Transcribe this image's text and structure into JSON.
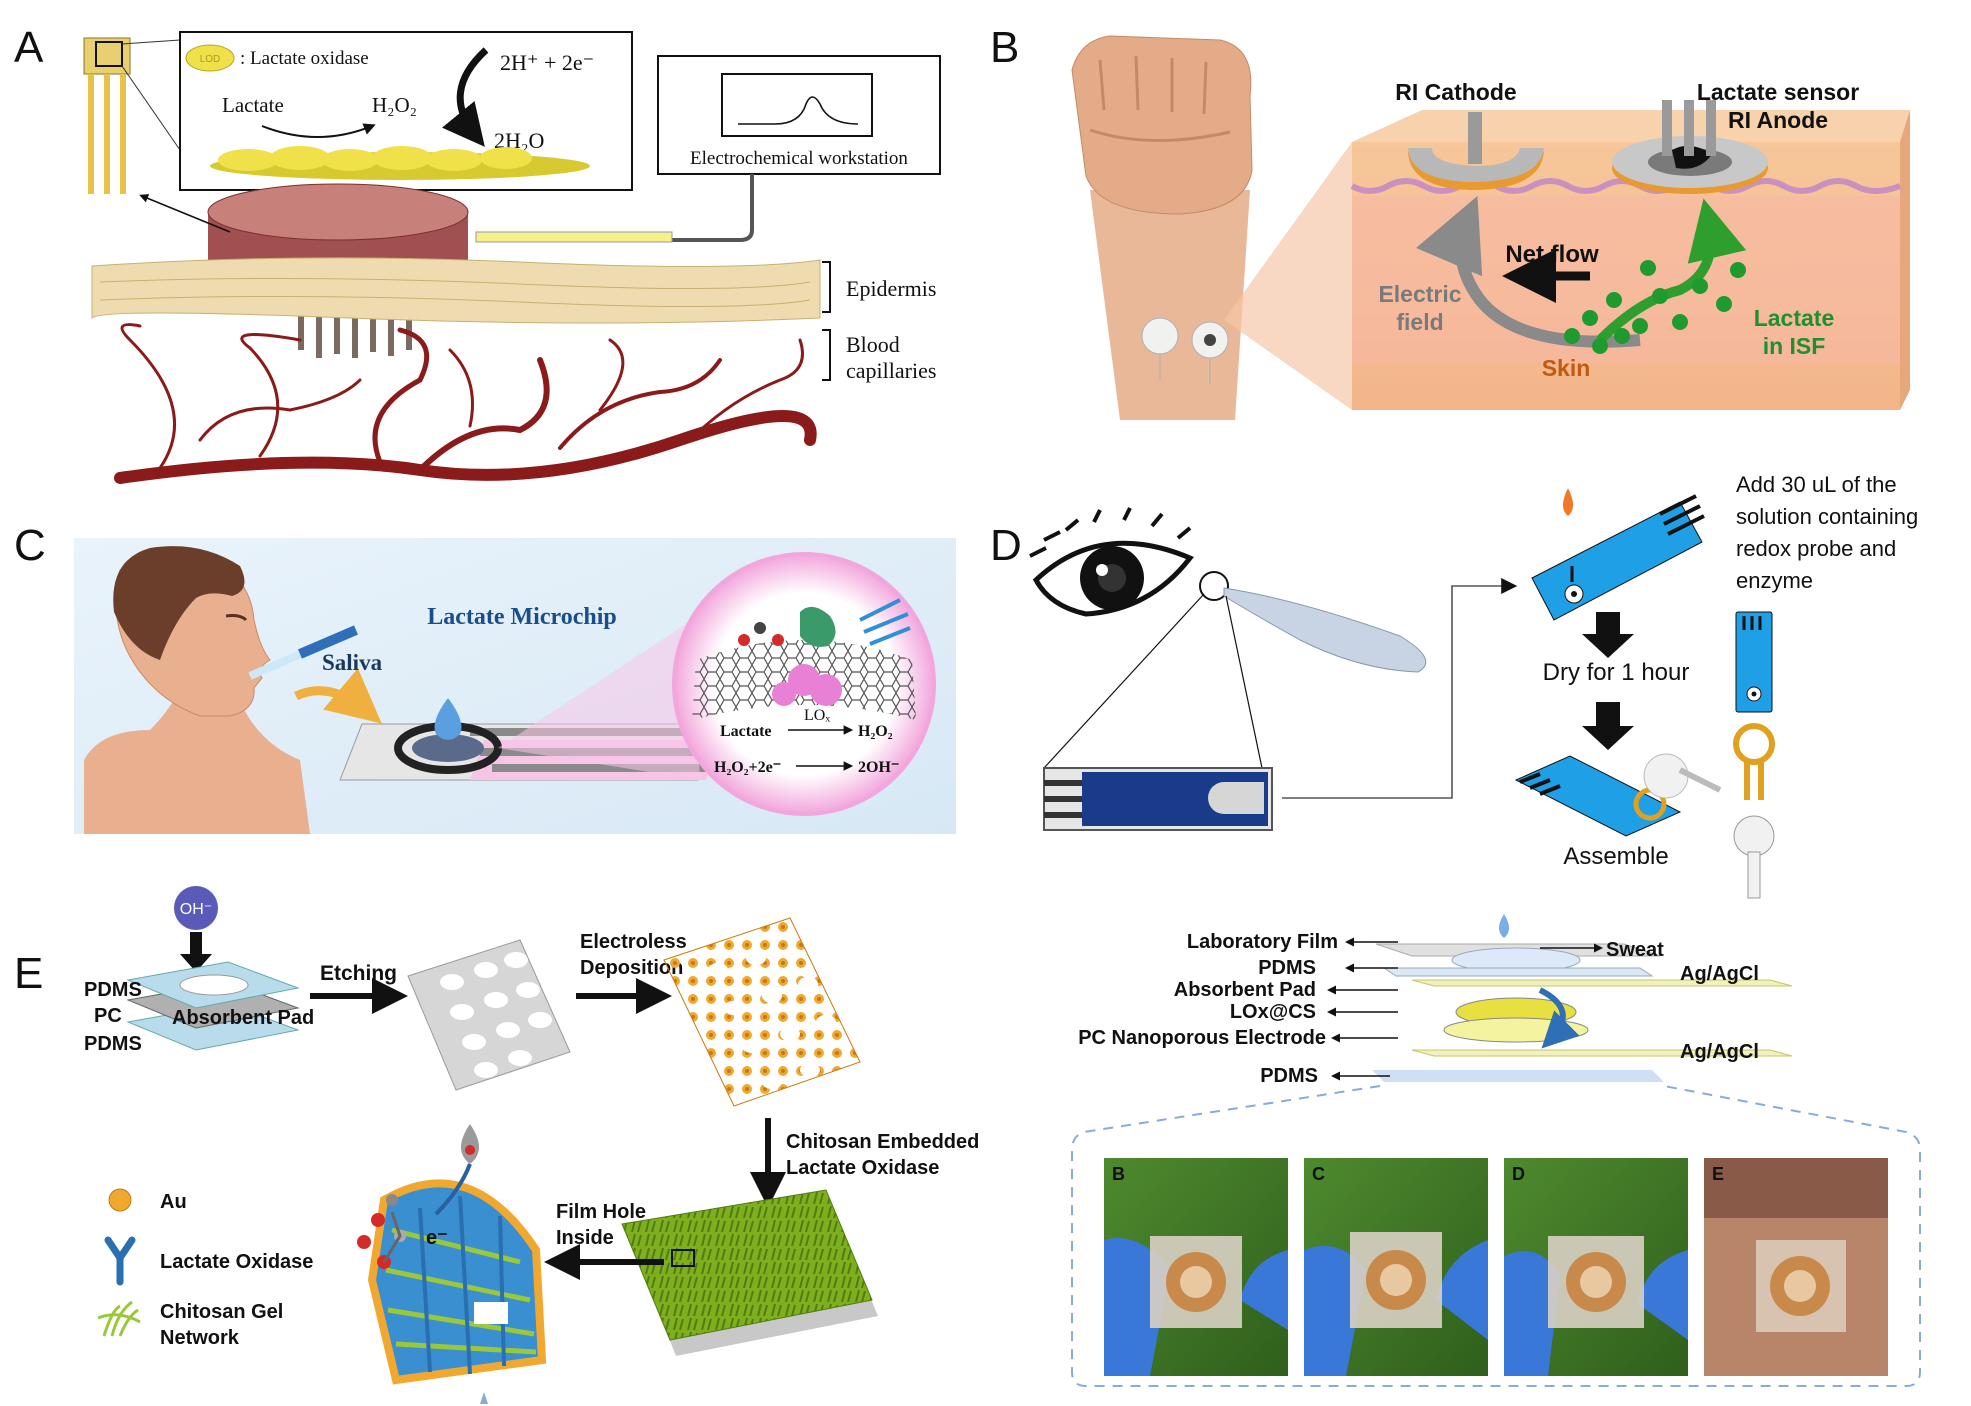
{
  "panels": {
    "A": {
      "letter": "A",
      "legend_lox": ": Lactate oxidase",
      "lox_abbr": "LOD",
      "reactant": "Lactate",
      "product_h2o2": "H₂O₂",
      "electrons": "2H⁺ + 2e⁻",
      "water": "2H₂O",
      "workstation": "Electrochemical  workstation",
      "epidermis": "Epidermis",
      "blood_1": "Blood",
      "blood_2": "capillaries"
    },
    "B": {
      "letter": "B",
      "cathode": "RI Cathode",
      "sensor_1": "Lactate sensor",
      "sensor_2": "RI Anode",
      "net_flow": "Net flow",
      "field_1": "Electric",
      "field_2": "field",
      "lactate_1": "Lactate",
      "lactate_2": "in ISF",
      "skin": "Skin"
    },
    "C": {
      "letter": "C",
      "title": "Lactate Microchip",
      "saliva": "Saliva",
      "eq1_left": "Lactate",
      "eq1_enzyme": "LOₓ",
      "eq1_right": "H₂O₂",
      "eq2_left": "H₂O₂+2e⁻",
      "eq2_right": "2OH⁻"
    },
    "D": {
      "letter": "D",
      "note_1": "Add 30 uL of the",
      "note_2": "solution containing",
      "note_3": "redox probe and",
      "note_4": "enzyme",
      "dry": "Dry for 1 hour",
      "assemble": "Assemble"
    },
    "E": {
      "letter": "E",
      "oh": "OH⁻",
      "pdms_top": "PDMS",
      "pc": "PC",
      "pdms_bottom": "PDMS",
      "absorbent_pad": "Absorbent Pad",
      "etching": "Etching",
      "electroless_1": "Electroless",
      "electroless_2": "Deposition",
      "chitosan_1": "Chitosan Embedded",
      "chitosan_2": "Lactate Oxidase",
      "film_hole_1": "Film Hole",
      "film_hole_2": "Inside",
      "electron": "e⁻",
      "legend_au": "Au",
      "legend_lox": "Lactate Oxidase",
      "legend_chitosan_1": "Chitosan Gel",
      "legend_chitosan_2": "Network",
      "stack": {
        "lab_film": "Laboratory Film",
        "pdms": "PDMS",
        "pad": "Absorbent Pad",
        "lox_cs": "LOx@CS",
        "electrode": "PC Nanoporous Electrode",
        "pdms_base": "PDMS",
        "sweat": "Sweat",
        "agcl_1": "Ag/AgCl",
        "agcl_2": "Ag/AgCl"
      },
      "photo_labels": [
        "B",
        "C",
        "D",
        "E"
      ]
    }
  },
  "colors": {
    "blood": "#8b1a1a",
    "skin_layer": "#e8d4a8",
    "accent_green": "#2e9e2e",
    "lactate_green": "#1f8f2f",
    "chip_blue": "#2f7fc8",
    "gold": "#e0a020",
    "pink": "#f0b0d8"
  }
}
